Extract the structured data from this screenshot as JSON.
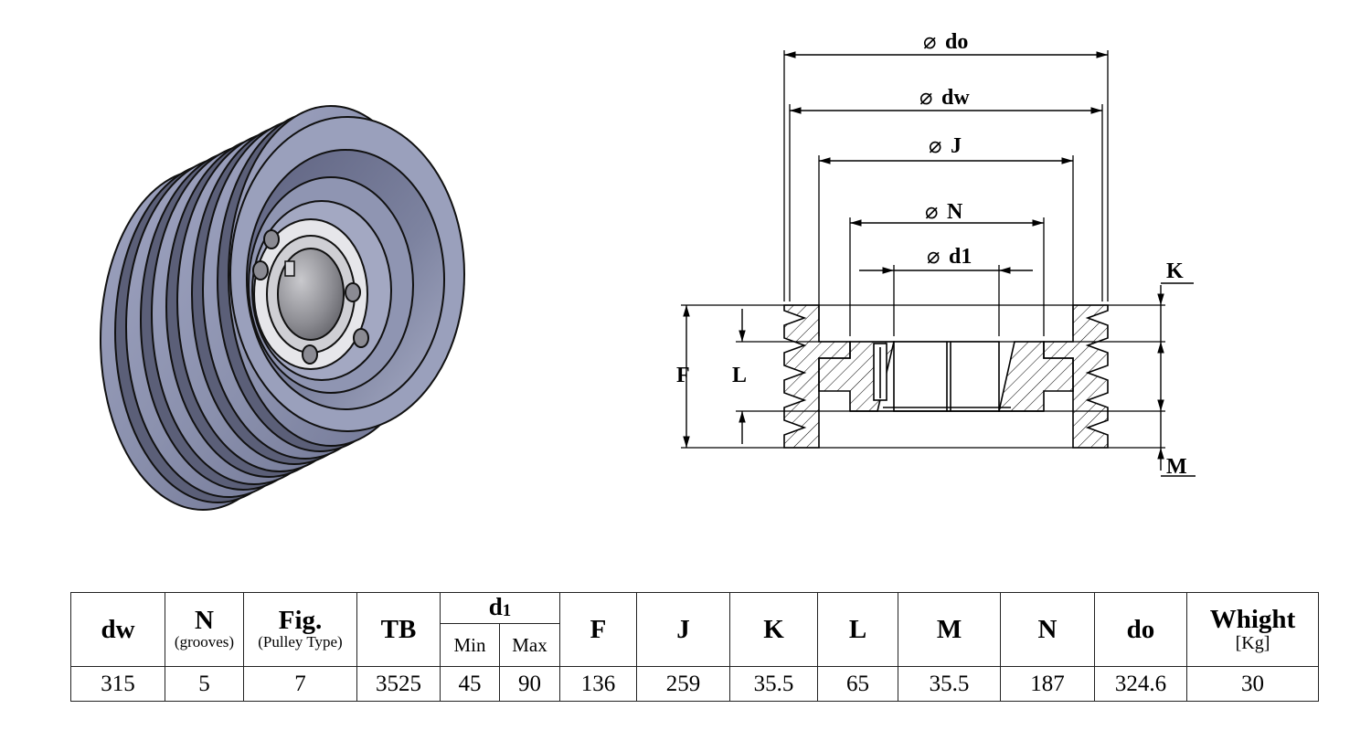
{
  "drawing": {
    "labels": {
      "do": "do",
      "dw": "dw",
      "J": "J",
      "N": "N",
      "d1": "d1",
      "K": "K",
      "M": "M",
      "F": "F",
      "L": "L"
    },
    "diameter_symbol": "⌀"
  },
  "table": {
    "headers": {
      "dw": "dw",
      "N": "N",
      "N_sub": "(grooves)",
      "Fig": "Fig.",
      "Fig_sub": "(Pulley Type)",
      "TB": "TB",
      "d1_main": "d",
      "d1_sub": "1",
      "d1_min": "Min",
      "d1_max": "Max",
      "F": "F",
      "J": "J",
      "K": "K",
      "L": "L",
      "M": "M",
      "N2": "N",
      "do": "do",
      "Weight": "Whight",
      "Weight_sub": "[Kg]"
    },
    "row": {
      "dw": "315",
      "N": "5",
      "Fig": "7",
      "TB": "3525",
      "d1_min": "45",
      "d1_max": "90",
      "F": "136",
      "J": "259",
      "K": "35.5",
      "L": "65",
      "M": "35.5",
      "N2": "187",
      "do": "324.6",
      "Weight": "30"
    }
  },
  "colors": {
    "pulley_body": "#8d93b0",
    "pulley_dark": "#5c6078",
    "pulley_light": "#b4b8cc",
    "bore": "#7a7a82",
    "line": "#000000"
  }
}
